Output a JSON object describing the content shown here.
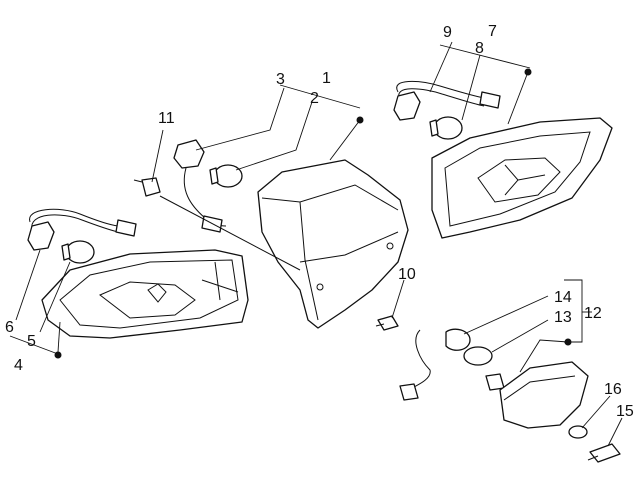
{
  "callouts": {
    "c1": "1",
    "c2": "2",
    "c3": "3",
    "c4": "4",
    "c5": "5",
    "c6": "6",
    "c7": "7",
    "c8": "8",
    "c9": "9",
    "c10": "10",
    "c11": "11",
    "c12": "12",
    "c13": "13",
    "c14": "14",
    "c15": "15",
    "c16": "16"
  }
}
